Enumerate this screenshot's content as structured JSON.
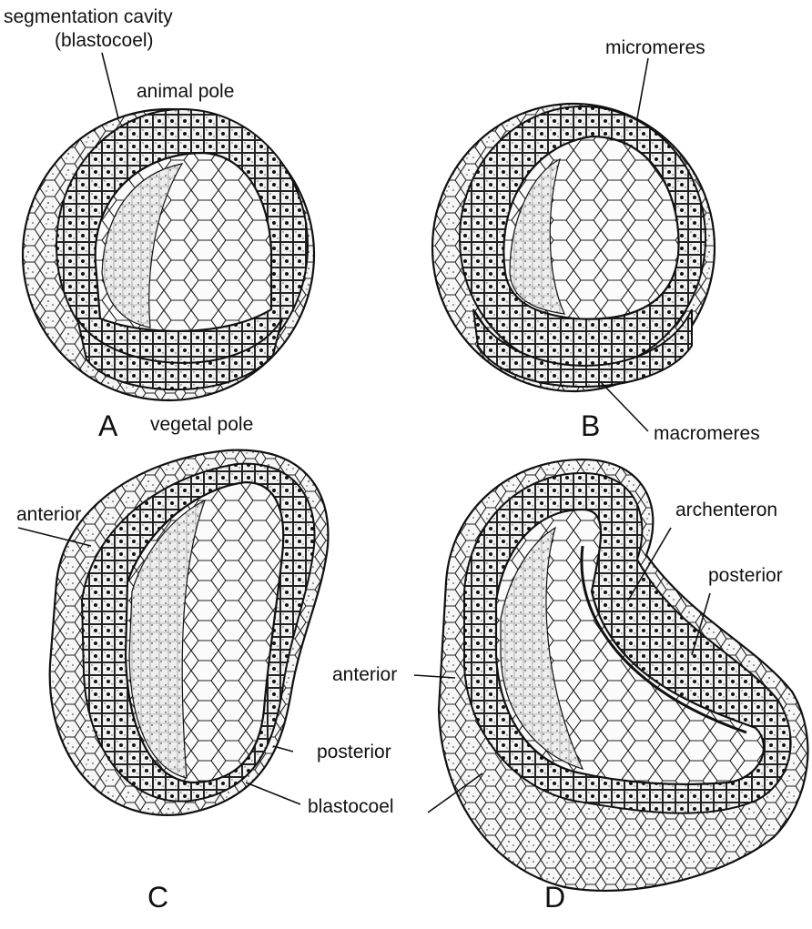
{
  "figure": {
    "panels": [
      {
        "letter": "A",
        "labels": [
          "segmentation cavity",
          "(blastocoel)",
          "animal pole",
          "vegetal pole"
        ]
      },
      {
        "letter": "B",
        "labels": [
          "micromeres",
          "macromeres"
        ]
      },
      {
        "letter": "C",
        "labels": [
          "anterior",
          "posterior",
          "blastocoel"
        ]
      },
      {
        "letter": "D",
        "labels": [
          "archenteron",
          "posterior",
          "anterior"
        ]
      }
    ]
  },
  "colors": {
    "ink": "#111111",
    "background": "#ffffff",
    "cell_fill": "#f4f4f4"
  }
}
